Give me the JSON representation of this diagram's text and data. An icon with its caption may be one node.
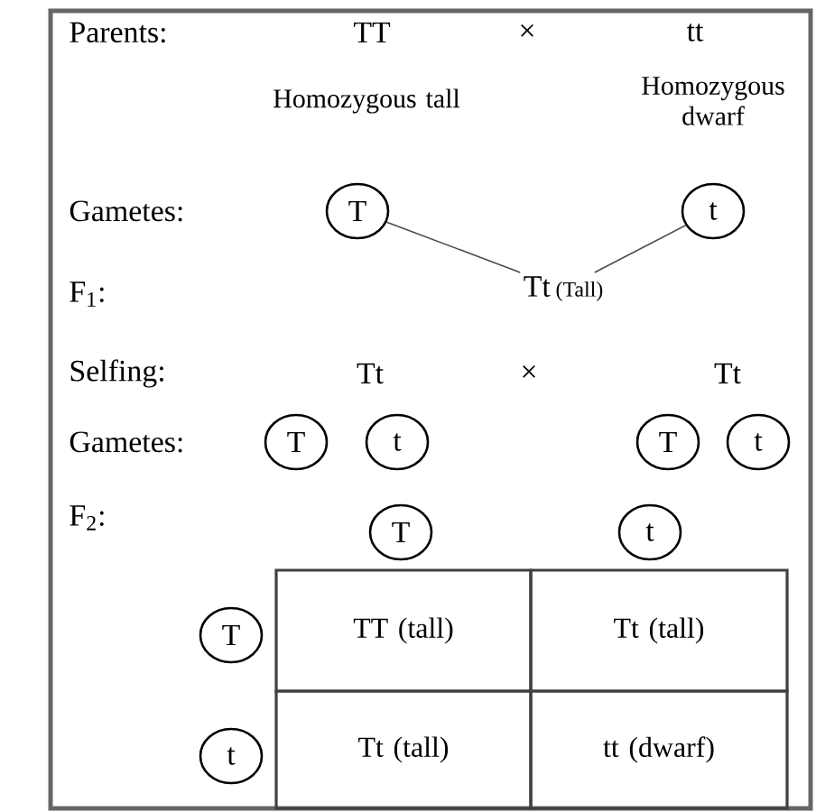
{
  "diagram": {
    "nodes": [
      {
        "text": [
          "T"
        ]
      },
      {
        "text": [
          "t"
        ]
      },
      {
        "text": [
          "Tt",
          "(Tall)"
        ]
      },
      {
        "text": [
          "T"
        ]
      },
      {
        "text": [
          "t"
        ]
      },
      {
        "text": [
          "T"
        ]
      },
      {
        "text": [
          "t"
        ]
      },
      {
        "text": [
          "T"
        ]
      },
      {
        "text": [
          "t"
        ]
      },
      {
        "text": [
          "T"
        ]
      },
      {
        "text": [
          "t"
        ]
      }
    ],
    "edges": [
      {
        "from": 0,
        "to": 2,
        "arrow": "none"
      },
      {
        "from": 1,
        "to": 2,
        "arrow": "none"
      }
    ],
    "labels": [
      "Parents:",
      "TT",
      "×",
      "tt",
      "Homozygous tall",
      "Homozygous dwarf",
      "Gametes:",
      "F$_{1}$:",
      "Selfing:",
      "Tt",
      "×",
      "Tt",
      "Gametes:",
      "F$_{2}$:",
      "TT (tall)",
      "Tt (tall)",
      "Tt (tall)",
      "tt (dwarf)"
    ]
  }
}
